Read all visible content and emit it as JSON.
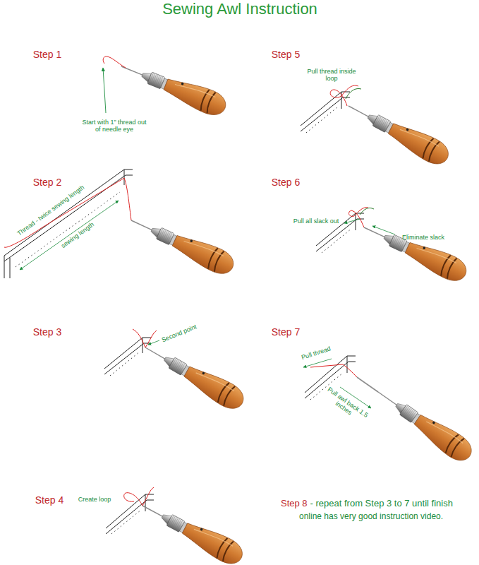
{
  "diagram": {
    "title": "Sewing Awl Instruction",
    "labels": [
      "Step 1",
      "Start with 1\" thread out of needle eye",
      "Step 5",
      "Pull thread inside loop",
      "Step 2",
      "Thread - twice sewing length",
      "sewing length",
      "Step 6",
      "Pull all slack out",
      "Eliminate slack",
      "Step 3",
      "Second point",
      "Step 7",
      "Pull thread",
      "Pull awl back 1.5 inches",
      "Step 4",
      "Create loop",
      "Step 8",
      "- repeat from Step 3 to 7 until finish",
      "online has very good instruction video."
    ]
  }
}
